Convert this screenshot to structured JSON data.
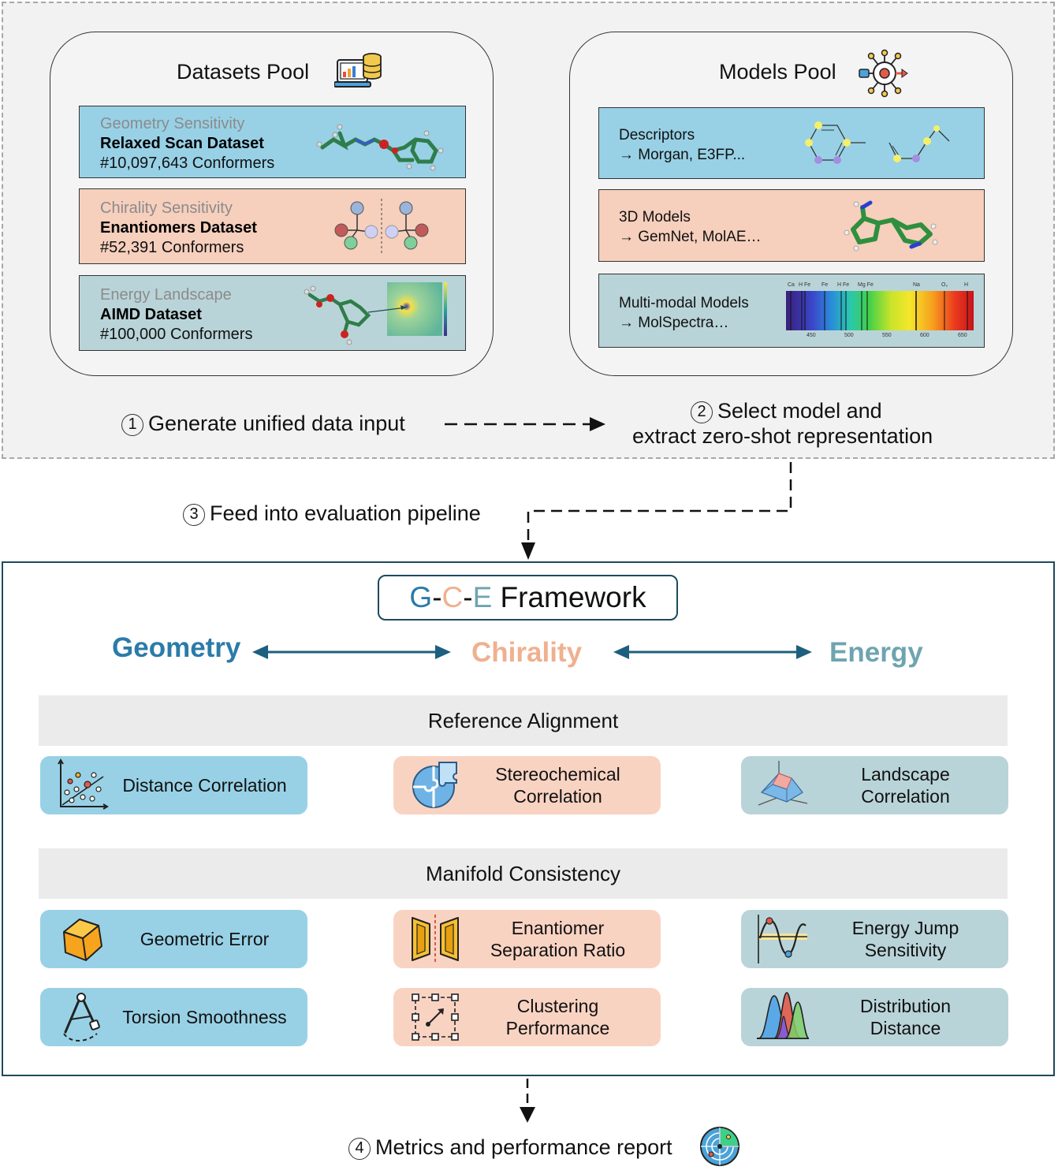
{
  "datasets_pool": {
    "title": "Datasets Pool",
    "cards": [
      {
        "sub": "Geometry Sensitivity",
        "name": "Relaxed Scan Dataset",
        "count": "#10,097,643 Conformers"
      },
      {
        "sub": "Chirality Sensitivity",
        "name": "Enantiomers Dataset",
        "count": "#52,391 Conformers"
      },
      {
        "sub": "Energy Landscape",
        "name": "AIMD Dataset",
        "count": "#100,000 Conformers"
      }
    ]
  },
  "models_pool": {
    "title": "Models Pool",
    "cards": [
      {
        "line1": "Descriptors",
        "line2": "→ Morgan, E3FP..."
      },
      {
        "line1": "3D Models",
        "line2": "→ GemNet, MolAE…"
      },
      {
        "line1": "Multi-modal Models",
        "line2": "→ MolSpectra…"
      }
    ]
  },
  "spectrum": {
    "top_labels": [
      "Ca",
      "H Fe",
      "Fe",
      "H Fe",
      "Mg Fe",
      "Na",
      "O₂",
      "H"
    ],
    "bottom_labels": [
      "450",
      "500",
      "550",
      "600",
      "650"
    ]
  },
  "steps": {
    "s1_num": "1",
    "s1": "Generate unified data input",
    "s2_num": "2",
    "s2a": "Select model and",
    "s2b": "extract zero-shot representation",
    "s3_num": "3",
    "s3": "Feed into evaluation pipeline",
    "s4_num": "4",
    "s4": "Metrics and performance report"
  },
  "framework": {
    "title_g": "G",
    "title_d1": "-",
    "title_c": "C",
    "title_d2": "-",
    "title_e": "E",
    "title_rest": " Framework",
    "geometry": "Geometry",
    "chirality": "Chirality",
    "energy": "Energy",
    "band1": "Reference Alignment",
    "band2": "Manifold Consistency",
    "metrics": {
      "distance_corr": "Distance Correlation",
      "stereo_corr_1": "Stereochemical",
      "stereo_corr_2": "Correlation",
      "landscape_corr_1": "Landscape",
      "landscape_corr_2": "Correlation",
      "geometric_error": "Geometric Error",
      "enant_sep_1": "Enantiomer",
      "enant_sep_2": "Separation Ratio",
      "energy_jump_1": "Energy Jump",
      "energy_jump_2": "Sensitivity",
      "torsion": "Torsion Smoothness",
      "clustering_1": "Clustering",
      "clustering_2": "Performance",
      "distribution_1": "Distribution",
      "distribution_2": "Distance"
    }
  },
  "colors": {
    "geometry": "#2b7ba8",
    "chirality": "#f0b08e",
    "energy": "#6ea4b0",
    "frame": "#1d4a5c"
  }
}
